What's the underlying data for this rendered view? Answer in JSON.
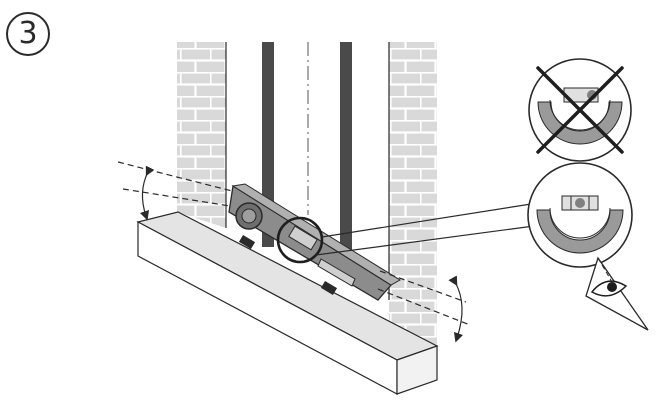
{
  "step": {
    "number": "3"
  },
  "illustration": {
    "icons": [
      "brick-wall-icon",
      "spirit-level-icon",
      "bubble-vial-icon",
      "eye-icon",
      "rotation-arrow-icon"
    ],
    "callouts": [
      {
        "name": "incorrect-bubble-callout",
        "state": "incorrect",
        "mark": "cross-out-icon"
      },
      {
        "name": "correct-bubble-callout",
        "state": "correct"
      }
    ],
    "colors": {
      "line": "#2a2a2a",
      "brick": "#d9d9d9",
      "level_body": "#8c8c8c",
      "dial": "#9a9a9a",
      "sill": "#e4e4e4"
    }
  }
}
